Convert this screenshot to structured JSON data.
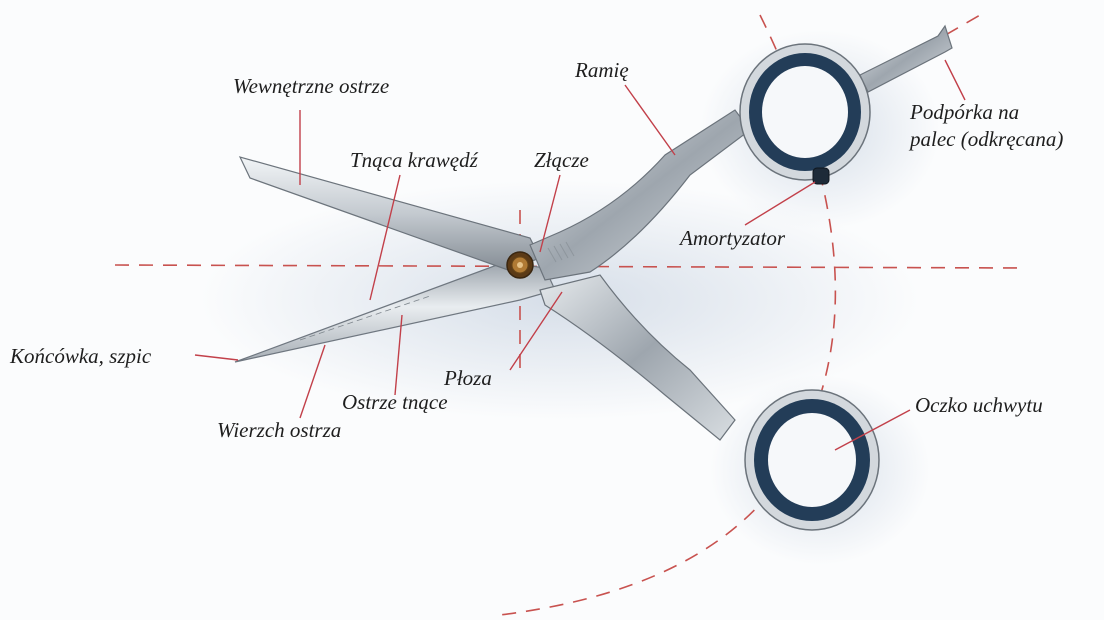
{
  "labels": {
    "inner_blade": "Wewnętrzne ostrze",
    "cutting_edge": "Tnąca krawędź",
    "joint": "Złącze",
    "arm": "Ramię",
    "finger_rest_line1": "Podpórka na",
    "finger_rest_line2": "palec (odkręcana)",
    "damper": "Amortyzator",
    "tip": "Końcówka, szpic",
    "runner": "Płoza",
    "cutting_blade": "Ostrze tnące",
    "blade_back": "Wierzch ostrza",
    "finger_ring": "Oczko uchwytu"
  },
  "colors": {
    "guide_line": "#c8524f",
    "leader_line": "#c2404a",
    "blade_light": "#eef1f3",
    "blade_mid": "#b9c0c6",
    "blade_dark": "#7e868e",
    "ring_insert": "#233d58",
    "pivot_screw": "#8a5a1f",
    "label_text": "#1e1e1e"
  }
}
